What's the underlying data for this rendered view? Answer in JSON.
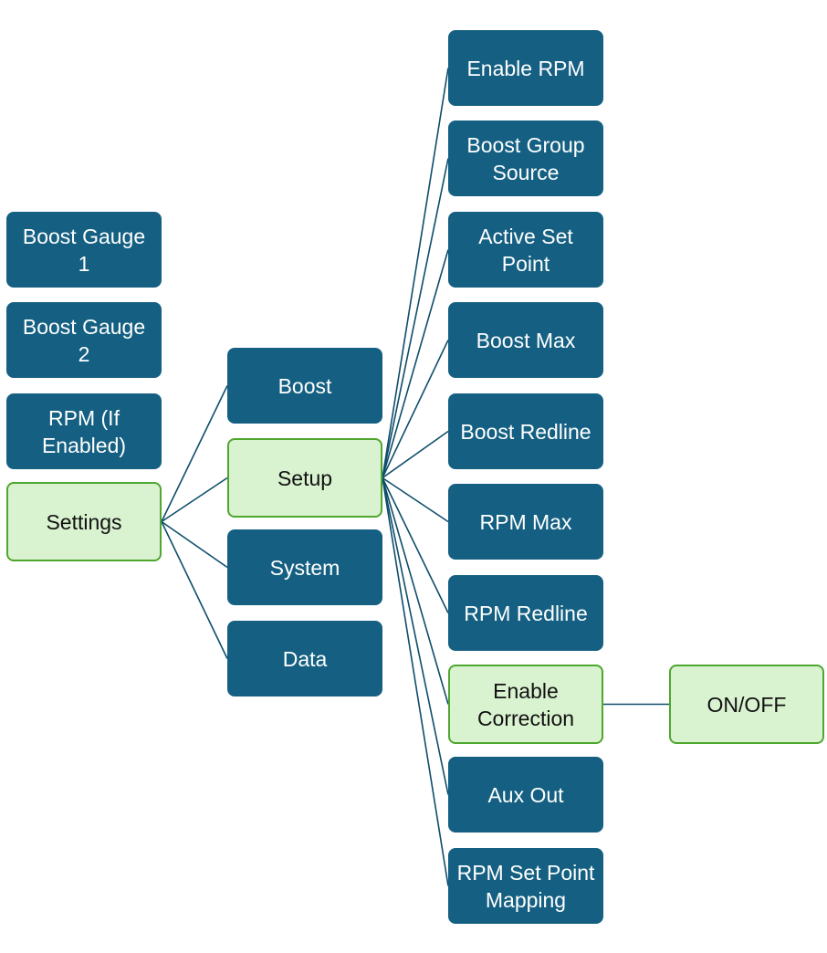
{
  "left_column": [
    {
      "id": "boost-gauge-1",
      "lines": [
        "Boost Gauge",
        "1"
      ],
      "style": "dark"
    },
    {
      "id": "boost-gauge-2",
      "lines": [
        "Boost Gauge",
        "2"
      ],
      "style": "dark"
    },
    {
      "id": "rpm-if-enabled",
      "lines": [
        "RPM (If",
        "Enabled)"
      ],
      "style": "dark"
    },
    {
      "id": "settings",
      "lines": [
        "Settings"
      ],
      "style": "light"
    }
  ],
  "settings_children": [
    {
      "id": "boost",
      "lines": [
        "Boost"
      ],
      "style": "dark"
    },
    {
      "id": "setup",
      "lines": [
        "Setup"
      ],
      "style": "light"
    },
    {
      "id": "system",
      "lines": [
        "System"
      ],
      "style": "dark"
    },
    {
      "id": "data",
      "lines": [
        "Data"
      ],
      "style": "dark"
    }
  ],
  "setup_children": [
    {
      "id": "enable-rpm",
      "lines": [
        "Enable RPM"
      ],
      "style": "dark"
    },
    {
      "id": "boost-group-source",
      "lines": [
        "Boost Group",
        "Source"
      ],
      "style": "dark"
    },
    {
      "id": "active-set-point",
      "lines": [
        "Active Set",
        "Point"
      ],
      "style": "dark"
    },
    {
      "id": "boost-max",
      "lines": [
        "Boost Max"
      ],
      "style": "dark"
    },
    {
      "id": "boost-redline",
      "lines": [
        "Boost Redline"
      ],
      "style": "dark"
    },
    {
      "id": "rpm-max",
      "lines": [
        "RPM Max"
      ],
      "style": "dark"
    },
    {
      "id": "rpm-redline",
      "lines": [
        "RPM Redline"
      ],
      "style": "dark"
    },
    {
      "id": "enable-correction",
      "lines": [
        "Enable",
        "Correction"
      ],
      "style": "light"
    },
    {
      "id": "aux-out",
      "lines": [
        "Aux Out"
      ],
      "style": "dark"
    },
    {
      "id": "rpm-set-point-mapping",
      "lines": [
        "RPM Set Point",
        "Mapping"
      ],
      "style": "dark"
    }
  ],
  "correction_children": [
    {
      "id": "on-off",
      "lines": [
        "ON/OFF"
      ],
      "style": "light"
    }
  ],
  "colors": {
    "dark_fill": "#156082",
    "light_fill": "#d9f2d0",
    "light_border": "#4ea72e",
    "connector": "#0e4d6b"
  }
}
